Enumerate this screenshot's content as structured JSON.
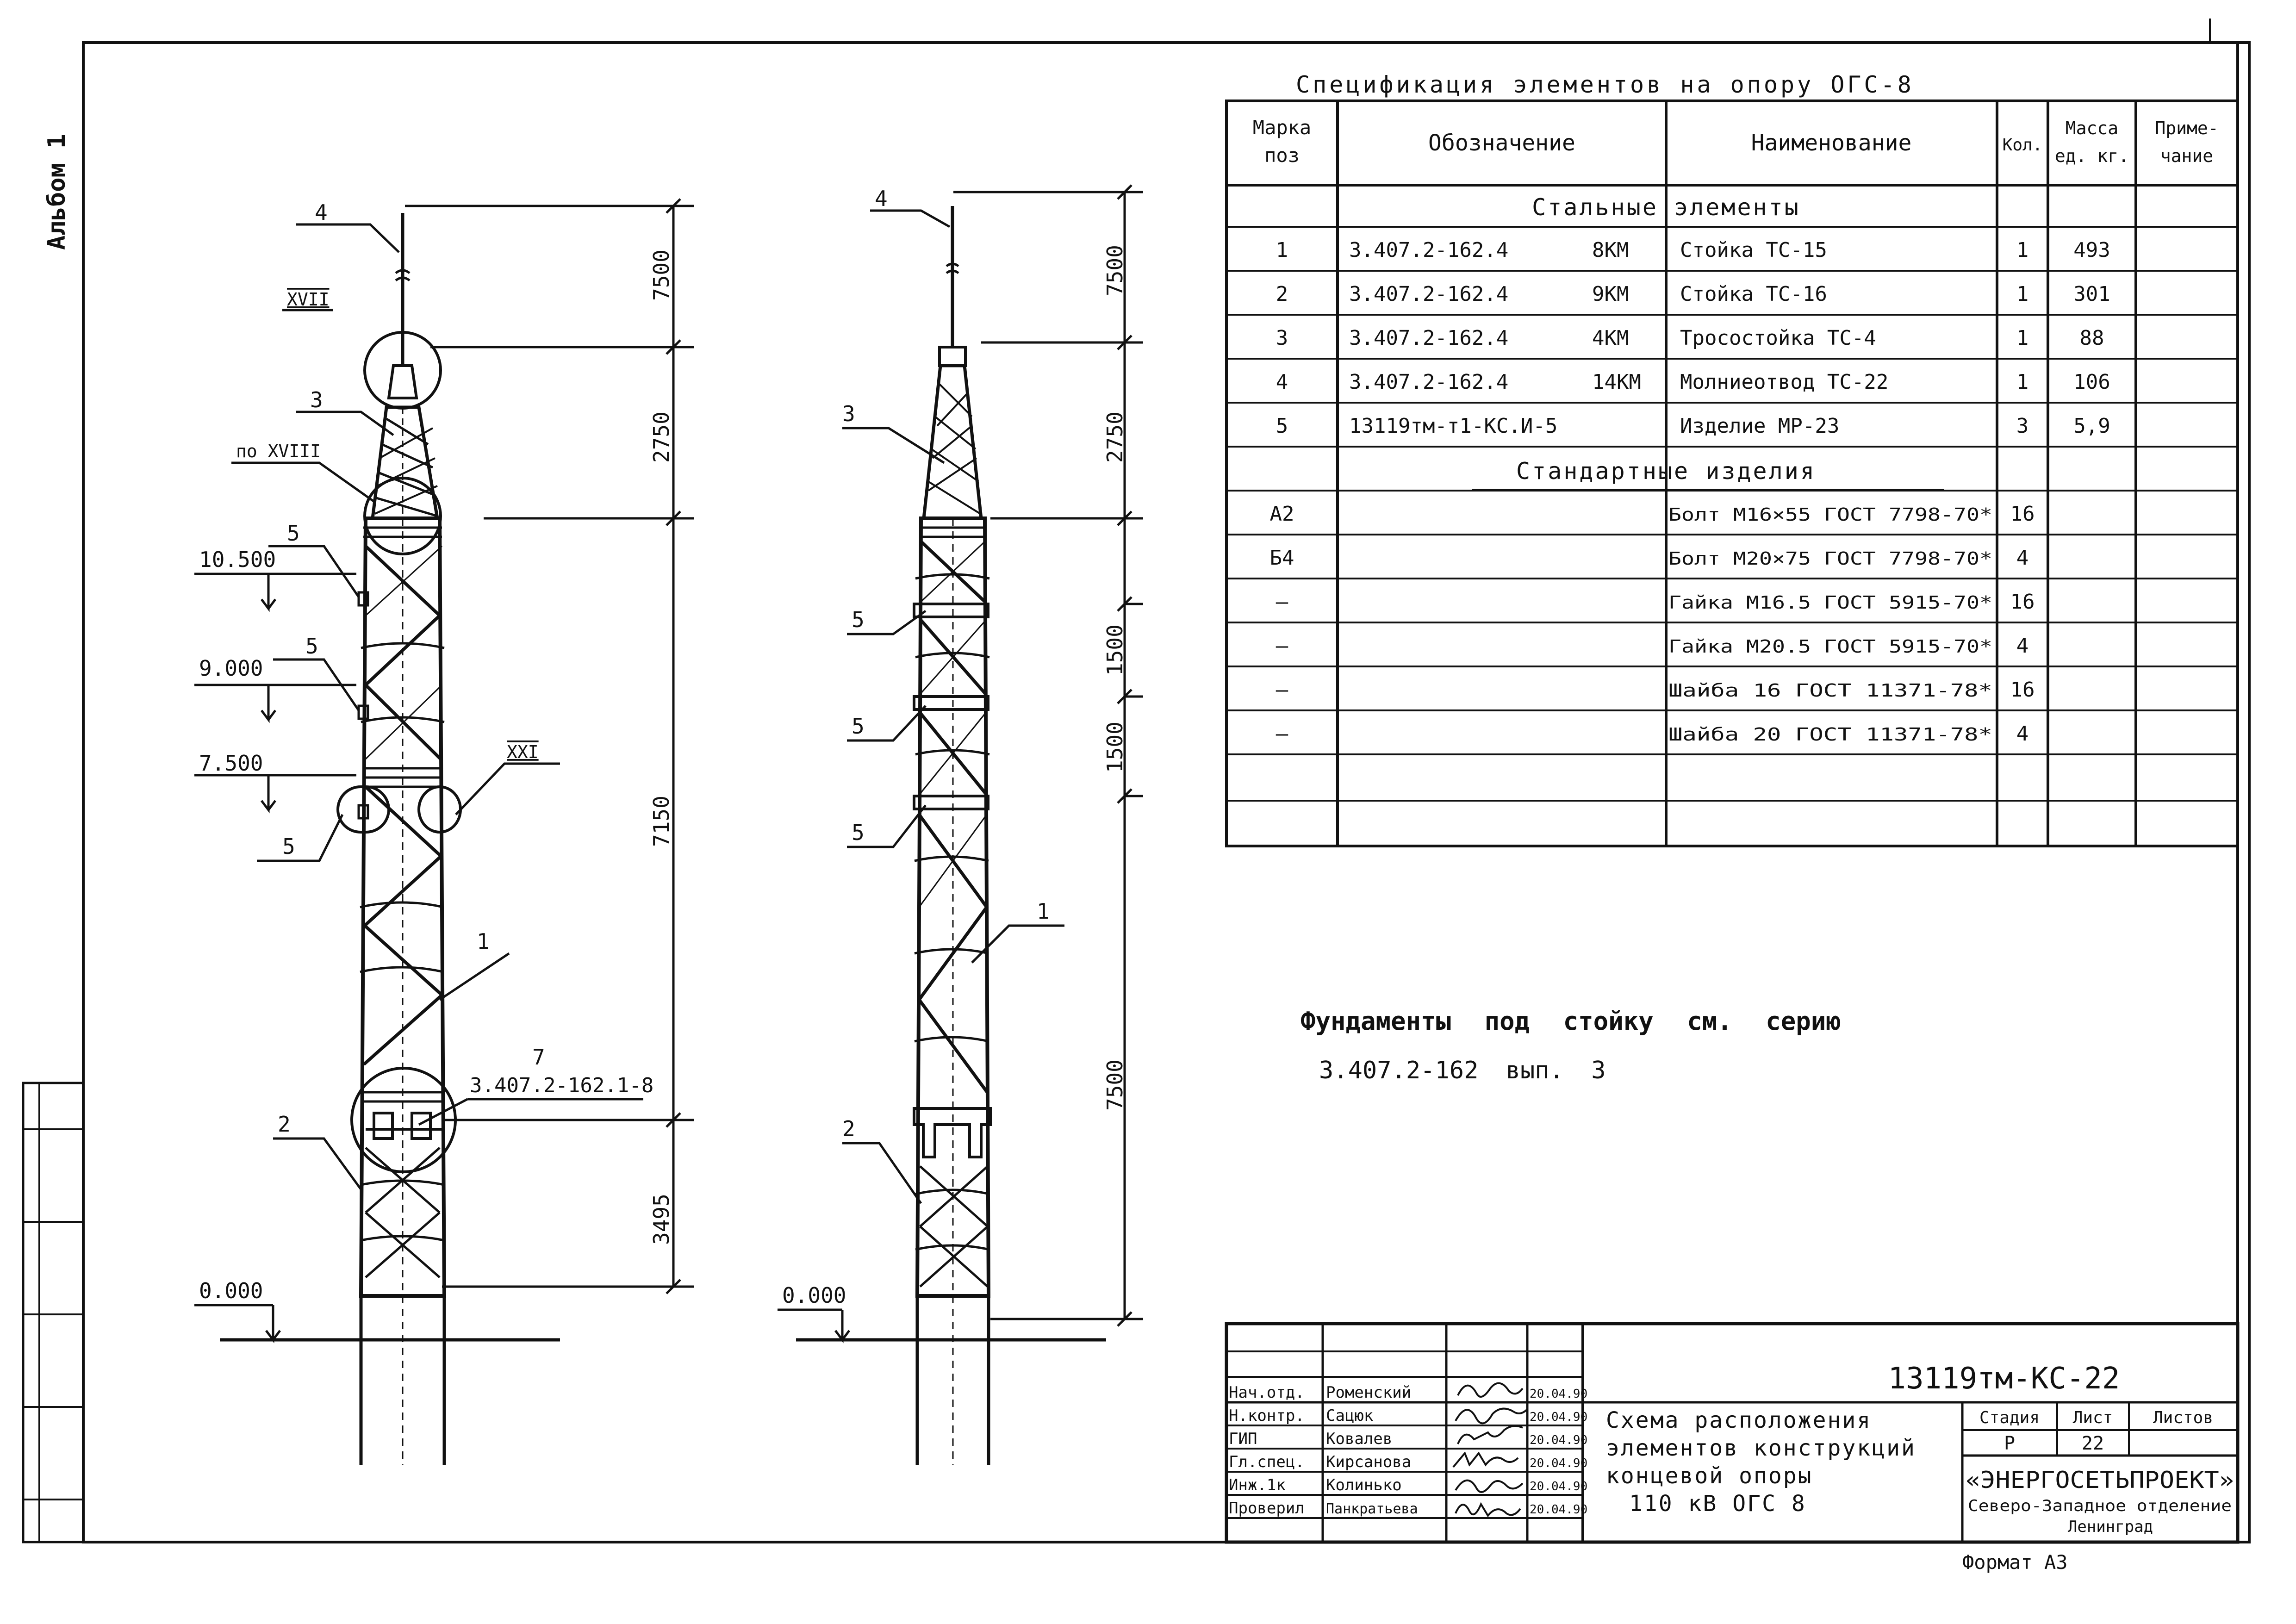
{
  "album_label": "Альбом 1",
  "spec": {
    "title": "Спецификация элементов на опору ОГС-8",
    "headers": {
      "mark": [
        "Марка",
        "поз"
      ],
      "designation": "Обозначение",
      "name": "Наименование",
      "qty": "Кол.",
      "mass": [
        "Масса",
        "ед. кг."
      ],
      "note": [
        "Приме-",
        "чание"
      ]
    },
    "section_steel": "Стальные элементы",
    "section_standard": "Стандартные изделия",
    "steel_rows": [
      {
        "mark": "1",
        "designation": "3.407.2-162.4",
        "sheet": "8КМ",
        "name": "Стойка ТС-15",
        "qty": "1",
        "mass": "493"
      },
      {
        "mark": "2",
        "designation": "3.407.2-162.4",
        "sheet": "9КМ",
        "name": "Стойка ТС-16",
        "qty": "1",
        "mass": "301"
      },
      {
        "mark": "3",
        "designation": "3.407.2-162.4",
        "sheet": "4КМ",
        "name": "Тросостойка ТС-4",
        "qty": "1",
        "mass": "88"
      },
      {
        "mark": "4",
        "designation": "3.407.2-162.4",
        "sheet": "14КМ",
        "name": "Молниеотвод ТС-22",
        "qty": "1",
        "mass": "106"
      },
      {
        "mark": "5",
        "designation": "13119тм-т1-КС.И-5",
        "sheet": "",
        "name": "Изделие МР-23",
        "qty": "3",
        "mass": "5,9"
      }
    ],
    "standard_rows": [
      {
        "mark": "А2",
        "name": "Болт М16×55 ГОСТ 7798-70*",
        "qty": "16"
      },
      {
        "mark": "Б4",
        "name": "Болт М20×75 ГОСТ 7798-70*",
        "qty": "4"
      },
      {
        "mark": "—",
        "name": "Гайка М16.5 ГОСТ 5915-70*",
        "qty": "16"
      },
      {
        "mark": "—",
        "name": "Гайка М20.5 ГОСТ 5915-70*",
        "qty": "4"
      },
      {
        "mark": "—",
        "name": "Шайба 16 ГОСТ 11371-78*",
        "qty": "16"
      },
      {
        "mark": "—",
        "name": "Шайба 20 ГОСТ 11371-78*",
        "qty": "4"
      }
    ]
  },
  "foundation_note": [
    "Фундаменты под стойку см. серию",
    "3.407.2-162 вып. 3"
  ],
  "tower_left": {
    "dims": [
      "7500",
      "2750",
      "7150",
      "3495"
    ],
    "elevations": [
      "10.500",
      "9.000",
      "7.500",
      "0.000"
    ],
    "callouts": [
      "4",
      "3",
      "5",
      "5",
      "5",
      "1",
      "2",
      "7"
    ],
    "nodes": [
      "XVII",
      "по XVIII",
      "XXI"
    ],
    "ref_7": "3.407.2-162.1-8"
  },
  "tower_right": {
    "dims": [
      "7500",
      "2750",
      "1500",
      "1500",
      "7500"
    ],
    "elevation": "0.000",
    "callouts": [
      "4",
      "3",
      "5",
      "5",
      "5",
      "1",
      "2"
    ]
  },
  "title_block": {
    "code": "13119тм-КС-22",
    "title": [
      "Схема расположения",
      "элементов конструкций",
      "концевой опоры",
      "110 кВ ОГС 8"
    ],
    "stage_label": "Стадия",
    "sheet_label": "Лист",
    "sheets_label": "Листов",
    "stage": "Р",
    "sheet": "22",
    "org": "«ЭНЕРГОСЕТЬПРОЕКТ»",
    "org_sub": [
      "Северо-Западное отделение",
      "Ленинград"
    ],
    "format": "Формат А3",
    "signers": [
      {
        "role": "Нач.отд.",
        "name": "Роменский",
        "date": "20.04.90"
      },
      {
        "role": "Н.контр.",
        "name": "Сацюк",
        "date": "20.04.90"
      },
      {
        "role": "ГИП",
        "name": "Ковалев",
        "date": "20.04.90"
      },
      {
        "role": "Гл.спец.",
        "name": "Кирсанова",
        "date": "20.04.90"
      },
      {
        "role": "Инж.1к",
        "name": "Колинько",
        "date": "20.04.90"
      },
      {
        "role": "Проверил",
        "name": "Панкратьева",
        "date": "20.04.90"
      }
    ]
  }
}
